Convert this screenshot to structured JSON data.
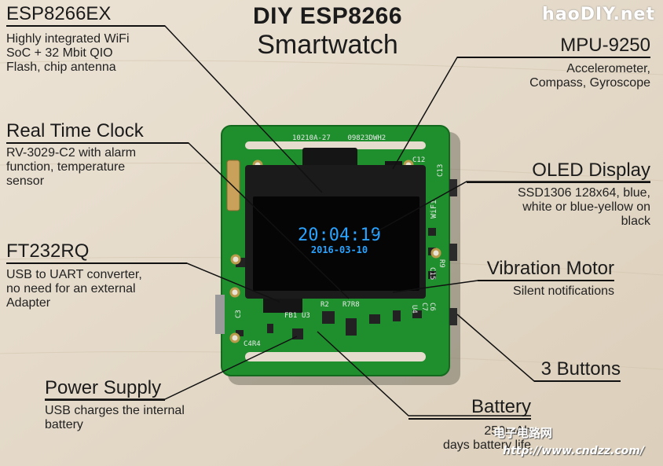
{
  "title": {
    "line1": "DIY ESP8266",
    "line2": "Smartwatch"
  },
  "watermark": {
    "site": "haoDIY.net",
    "cn": "电子电路网",
    "url": "http://www.cndzz.com/"
  },
  "annotations": [
    {
      "id": "esp8266ex",
      "title": "ESP8266EX",
      "desc": "Highly integrated WiFi\nSoC + 32 Mbit QIO\nFlash, chip antenna"
    },
    {
      "id": "mpu9250",
      "title": "MPU-9250",
      "desc": "Accelerometer,\nCompass, Gyroscope"
    },
    {
      "id": "rtc",
      "title": "Real Time Clock",
      "desc": "RV-3029-C2 with alarm\nfunction, temperature\nsensor"
    },
    {
      "id": "oled",
      "title": "OLED Display",
      "desc": "SSD1306 128x64, blue,\nwhite or blue-yellow on\nblack"
    },
    {
      "id": "ft232",
      "title": "FT232RQ",
      "desc": "USB to UART converter,\nno need for an external\nAdapter"
    },
    {
      "id": "vibration",
      "title": "Vibration Motor",
      "desc": "Silent notifications"
    },
    {
      "id": "buttons",
      "title": "3 Buttons",
      "desc": ""
    },
    {
      "id": "power",
      "title": "Power Supply",
      "desc": "USB charges the internal\nbattery"
    },
    {
      "id": "battery",
      "title": "Battery",
      "desc": "250mAh\ndays battery life"
    }
  ],
  "display": {
    "time": "20:04:19",
    "date": "2016-03-10"
  },
  "pcb_labels": {
    "top_codes": "10210A-27    09823DWH2",
    "c12": "C12",
    "c13": "C13",
    "c15": "C15",
    "r9": "R9",
    "u4": "U4",
    "c6": "C6",
    "c7": "C7",
    "r2": "R2",
    "r7r8": "R7R8",
    "fb1": "FB1",
    "u3": "U3",
    "c3": "C3",
    "c4r4": "C4R4",
    "logo": "WiFi"
  },
  "colors": {
    "pcb": "#1f8f2e",
    "pcb_dark": "#176f22",
    "oled_text": "#2aa3ff",
    "background": "#e6dccd"
  }
}
